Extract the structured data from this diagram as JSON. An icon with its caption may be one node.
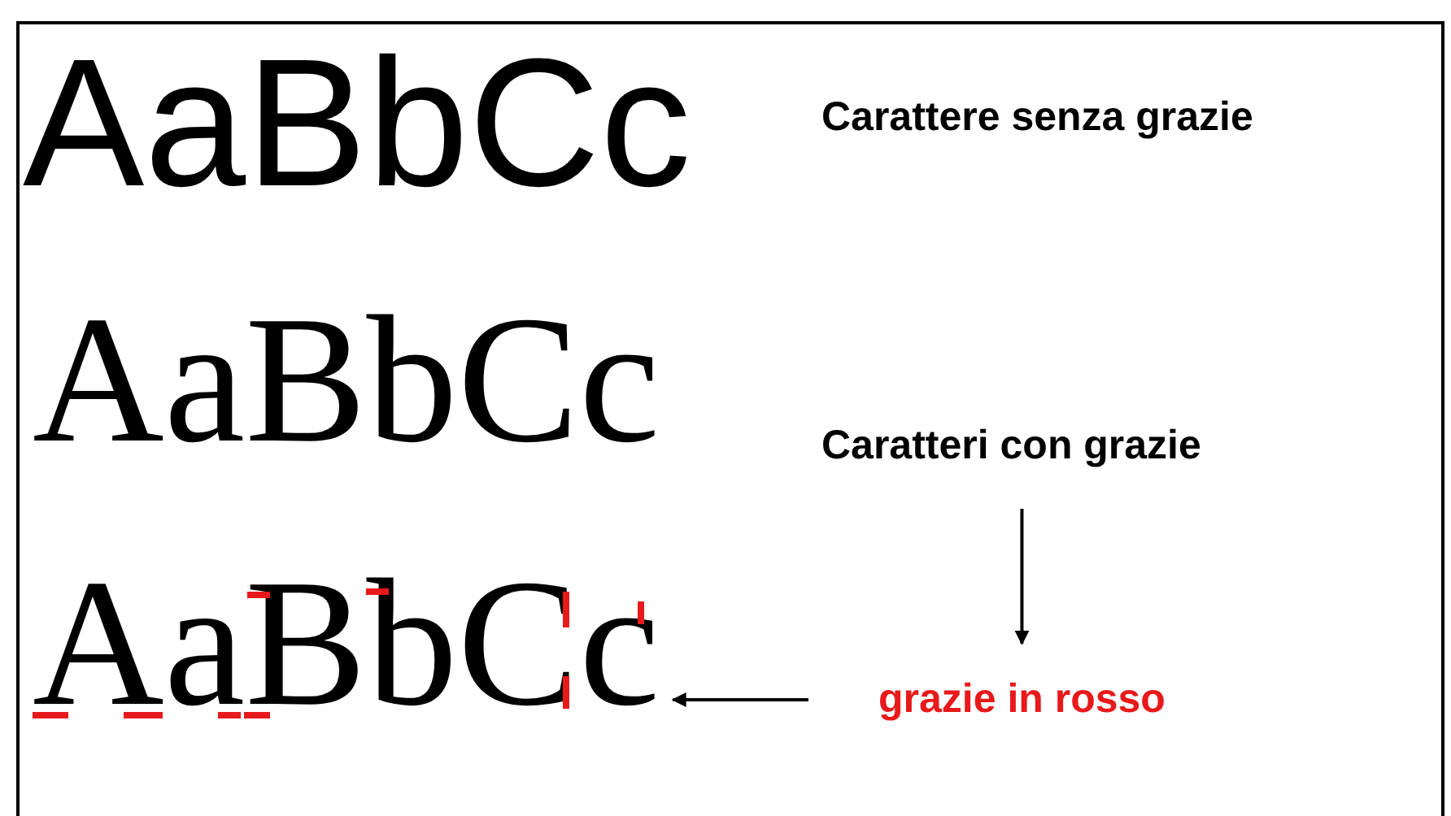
{
  "diagram": {
    "nodes": [
      {
        "text": [
          "Caratteri con grazie"
        ]
      },
      {
        "text": [
          "AaBbCc"
        ]
      },
      {
        "text": [
          "grazie in rosso"
        ]
      }
    ],
    "edges": [
      {
        "from": 0,
        "to": 2,
        "arrow": "to"
      },
      {
        "from": 2,
        "to": 1,
        "arrow": "to"
      }
    ],
    "labels": [
      "AaBbCc",
      "Carattere senza grazie",
      "AaBbCc"
    ]
  }
}
